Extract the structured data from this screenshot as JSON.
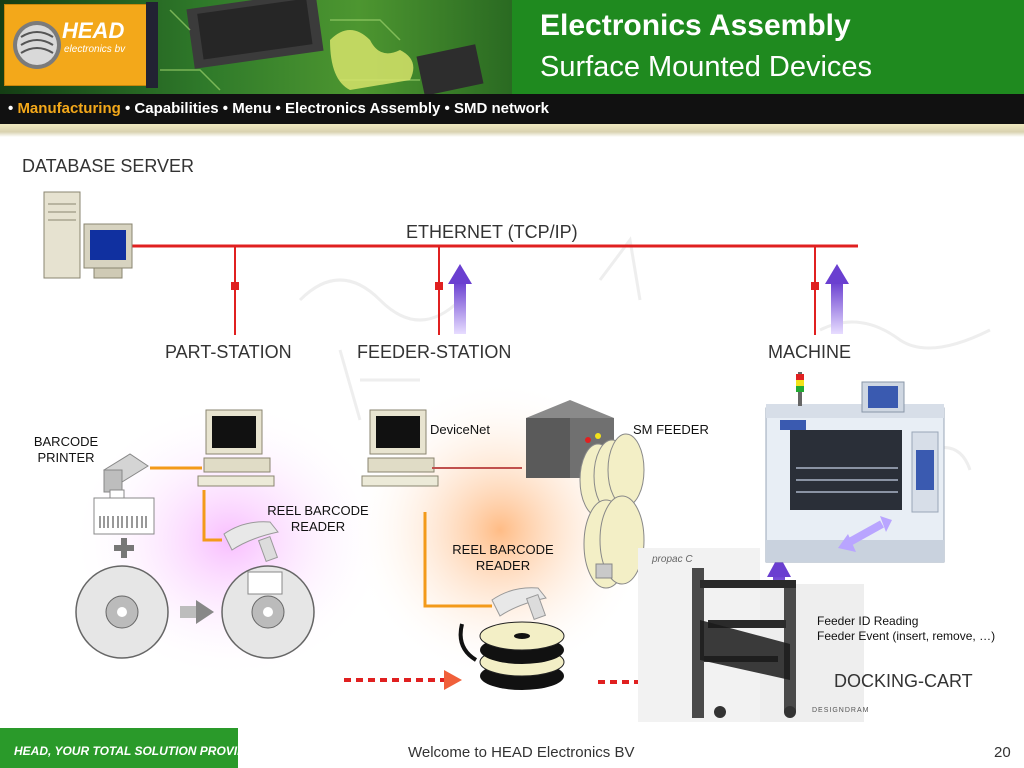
{
  "header": {
    "logo_name": "HEAD",
    "logo_sub": "electronics bv",
    "title": "Electronics Assembly",
    "subtitle": "Surface Mounted Devices"
  },
  "breadcrumb": {
    "items": [
      "Manufacturing",
      "Capabilities",
      "Menu",
      "Electronics Assembly",
      "SMD network"
    ],
    "active_index": 0,
    "separator": "•"
  },
  "diagram": {
    "database_server": "DATABASE SERVER",
    "ethernet": "ETHERNET (TCP/IP)",
    "part_station": "PART-STATION",
    "feeder_station": "FEEDER-STATION",
    "machine": "MACHINE",
    "barcode_printer": [
      "BARCODE",
      "PRINTER"
    ],
    "reel_barcode_reader_1": [
      "REEL BARCODE",
      "READER"
    ],
    "reel_barcode_reader_2": [
      "REEL BARCODE",
      "READER"
    ],
    "devicenet": "DeviceNet",
    "sm_feeder": "SM FEEDER",
    "feeder_info": [
      "Feeder ID Reading",
      "Feeder Event (insert, remove, …)"
    ],
    "docking_cart": "DOCKING-CART",
    "cart_brand": "propac C",
    "cart_footer": "DESIGNDRAM"
  },
  "footer": {
    "slogan": "HEAD, YOUR TOTAL SOLUTION PROVIDER!",
    "welcome": "Welcome to HEAD Electronics BV",
    "page": "20"
  },
  "colors": {
    "header_green": "#1f8a1f",
    "accent_orange": "#f3a81a",
    "network_red": "#e02020",
    "arrow_purple": "#7a4fd8"
  }
}
